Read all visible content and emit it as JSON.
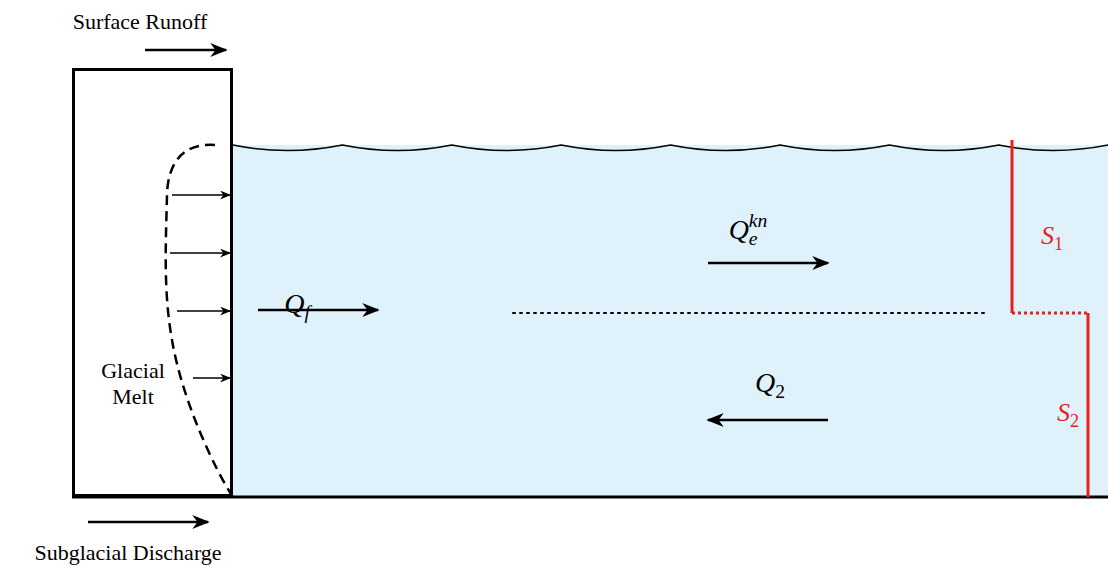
{
  "diagram": {
    "nodes": [
      {
        "text": [
          "Glacial Melt"
        ]
      }
    ],
    "labels": [
      "Surface Runoff",
      "Subglacial Discharge",
      "Qf",
      "Qekn",
      "Q2",
      "S1",
      "S2"
    ]
  }
}
